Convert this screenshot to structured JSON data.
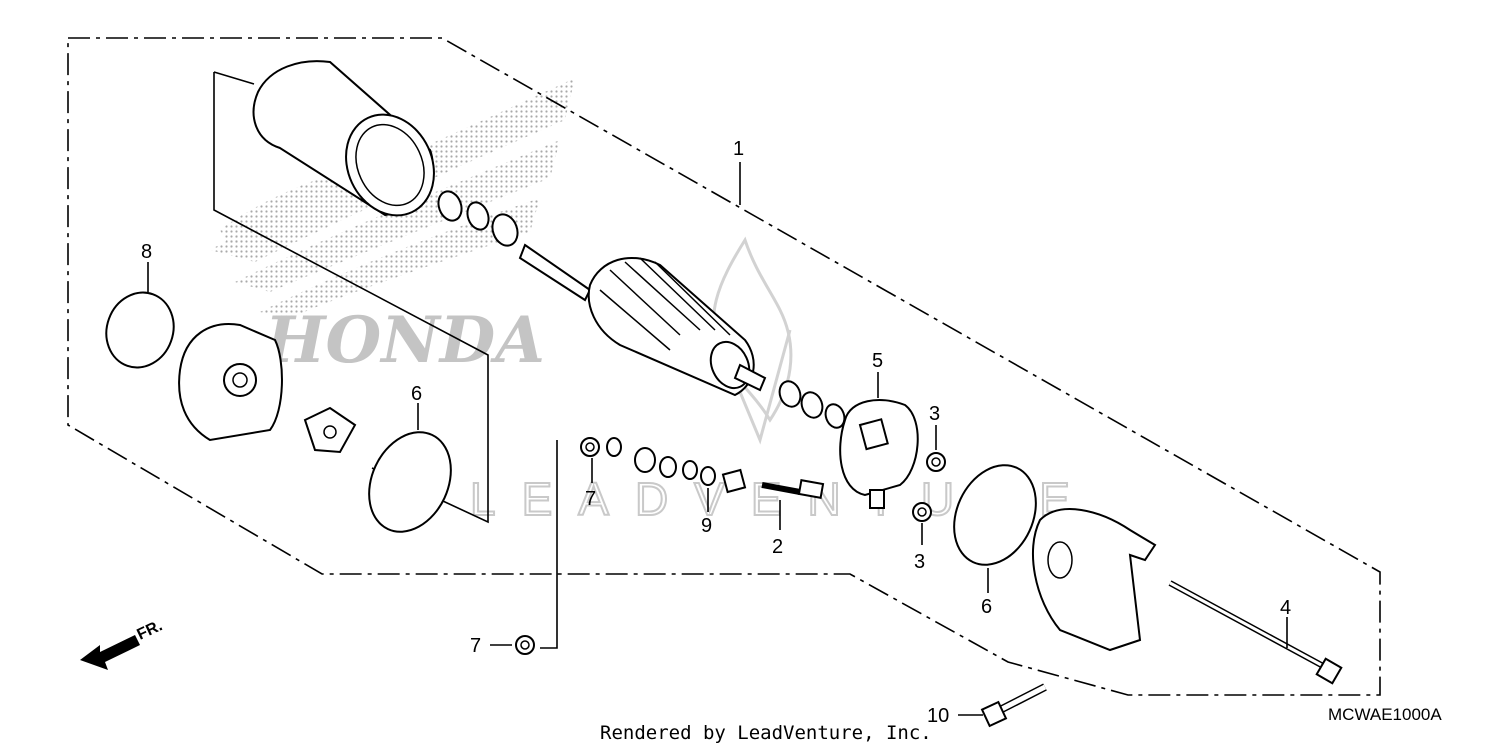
{
  "diagram": {
    "callouts": {
      "c1": "1",
      "c2": "2",
      "c3a": "3",
      "c3b": "3",
      "c4": "4",
      "c5": "5",
      "c6a": "6",
      "c6b": "6",
      "c7a": "7",
      "c7b": "7",
      "c8": "8",
      "c9": "9",
      "c10": "10"
    },
    "front_indicator": "FR.",
    "reference_code": "MCWAE1000A",
    "footer": "Rendered by LeadVenture, Inc.",
    "watermarks": {
      "brand": "HONDA",
      "vendor": "LEADVENTURE"
    }
  }
}
